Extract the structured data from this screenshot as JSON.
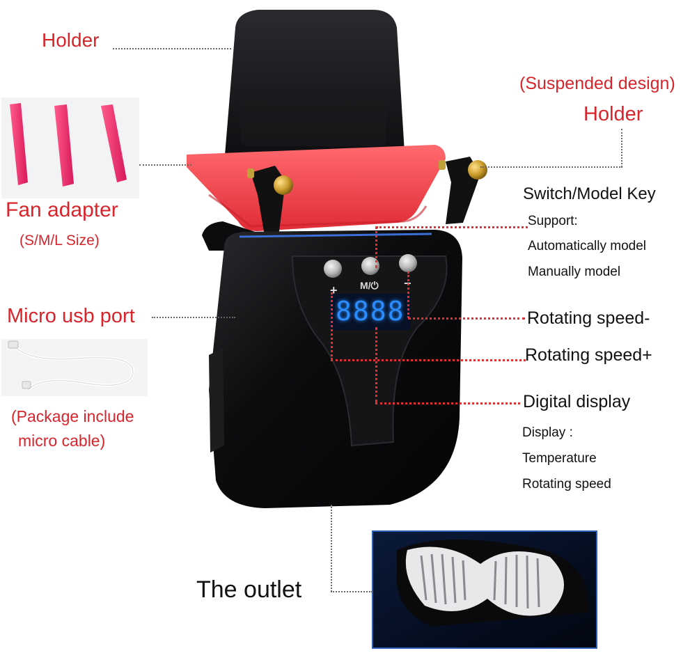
{
  "labels": {
    "holder_left": "Holder",
    "suspended_design": "(Suspended design)",
    "holder_right": "Holder",
    "fan_adapter": "Fan adapter",
    "fan_adapter_sizes": "(S/M/L Size)",
    "micro_usb_port": "Micro usb port",
    "package_line1": "(Package include",
    "package_line2": "micro cable)",
    "switch_model_key": "Switch/Model Key",
    "support": "Support:",
    "auto_model": "Automatically model",
    "manual_model": "Manually model",
    "rotating_minus": "Rotating speed-",
    "rotating_plus": "Rotating speed+",
    "digital_display": "Digital display",
    "display": "Display :",
    "temperature": "Temperature",
    "rotating_speed": "Rotating speed",
    "outlet": "The outlet"
  },
  "device": {
    "display_digits": "8888",
    "button_plus": "+",
    "button_mode": "M/⏻",
    "button_minus": "−"
  },
  "colors": {
    "label_red": "#d8242b",
    "leader_red": "#e03030",
    "adapter_pink": "#f0306a",
    "tray_red": "#f2444c",
    "display_blue": "#2a8cff",
    "body_black": "#0c0c0e"
  }
}
